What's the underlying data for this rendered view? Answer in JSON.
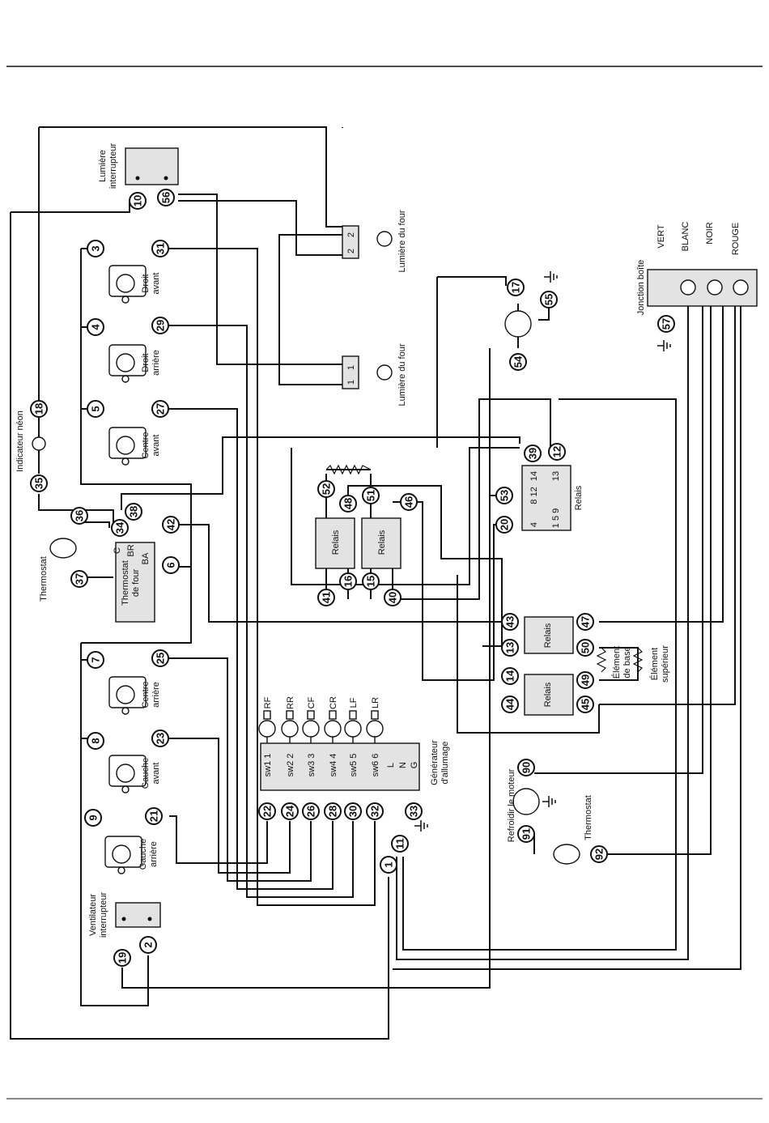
{
  "nodes": [
    "10",
    "56",
    "3",
    "31",
    "4",
    "29",
    "5",
    "27",
    "18",
    "35",
    "36",
    "34",
    "38",
    "42",
    "37",
    "6",
    "7",
    "25",
    "8",
    "23",
    "9",
    "21",
    "19",
    "2",
    "22",
    "24",
    "26",
    "28",
    "30",
    "32",
    "33",
    "11",
    "1",
    "17",
    "55",
    "54",
    "39",
    "12",
    "53",
    "20",
    "52",
    "48",
    "51",
    "46",
    "41",
    "16",
    "15",
    "40",
    "43",
    "13",
    "14",
    "44",
    "47",
    "50",
    "49",
    "45",
    "90",
    "91",
    "92",
    "57"
  ],
  "labels": {
    "lumiere_interrupteur": [
      "Lumière",
      "interrupteur"
    ],
    "droit_avant": [
      "Droit",
      "avant"
    ],
    "droit_arriere": [
      "Droit",
      "arrière"
    ],
    "centre_avant": [
      "Centre",
      "avant"
    ],
    "centre_arriere": [
      "Centre",
      "arrière"
    ],
    "gauche_avant": [
      "Gauche",
      "avant"
    ],
    "gauche_arriere": [
      "Gauche",
      "arrière"
    ],
    "indicateur_neon": "Indicateur néon",
    "thermostat": "Thermostat",
    "thermostat_de_four": [
      "Thermostat",
      "de four"
    ],
    "thermo_terms": [
      "C",
      "BR",
      "BA"
    ],
    "ventilateur_interrupteur": [
      "Ventilateur",
      "interrupteur"
    ],
    "lumiere_du_four_1": "Lumière du four",
    "lumiere_du_four_2": "Lumière du four",
    "relais": "Relais",
    "relais_pins": [
      "14",
      "13",
      "8 12",
      "4",
      "1 5 9"
    ],
    "generateur": [
      "Générateur",
      "d'allumage"
    ],
    "gen_terms": [
      "sw1 1",
      "sw2 2",
      "sw3 3",
      "sw4 4",
      "sw5 5",
      "sw6 6",
      "L",
      "N",
      "G"
    ],
    "electrodes": [
      "RF",
      "RR",
      "CF",
      "CR",
      "LF",
      "LR"
    ],
    "element_de_base": [
      "Élément",
      "de base"
    ],
    "element_superieur": [
      "Élément",
      "supérieur"
    ],
    "refroidir": "Refroidir le moteur",
    "thermostat2": "Thermostat",
    "jonction": "Jonction boîte",
    "wires": [
      "VERT",
      "BLANC",
      "NOIR",
      "ROUGE"
    ],
    "lamp_pins": [
      "2",
      "2",
      "1",
      "1"
    ]
  }
}
